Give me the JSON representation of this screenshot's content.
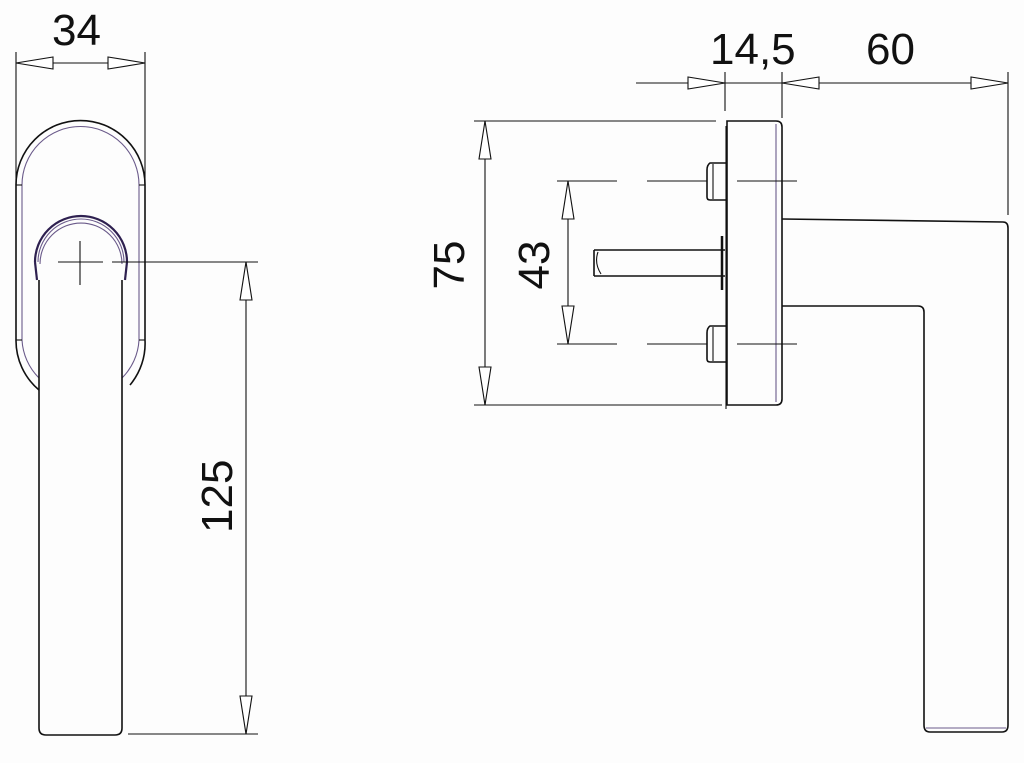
{
  "drawing": {
    "type": "technical-drawing",
    "subject": "window handle with rosette",
    "views": [
      "front-view",
      "side-view"
    ],
    "line_color": "#111111",
    "accent_color": "#6a5a8a"
  },
  "dimensions": {
    "rosette_width": "34",
    "handle_length": "125",
    "rosette_height": "75",
    "screw_spacing": "43",
    "rosette_depth": "14,5",
    "handle_projection": "60"
  }
}
